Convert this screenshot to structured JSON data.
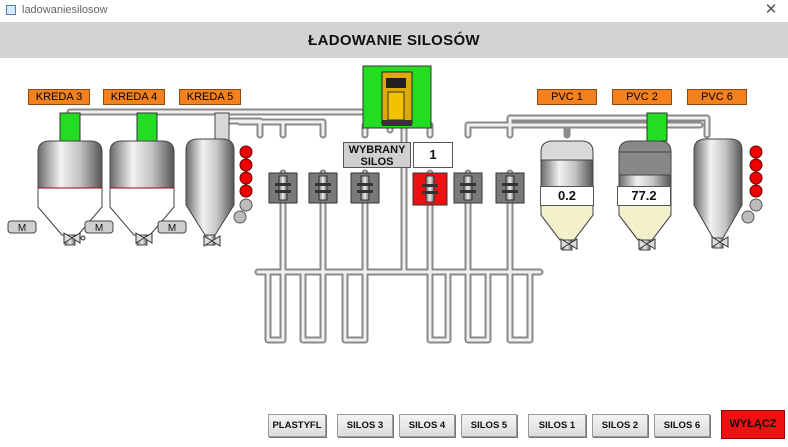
{
  "window": {
    "title": "ladowaniesilosow",
    "close_glyph": "✕"
  },
  "header": {
    "title": "ŁADOWANIE SILOSÓW"
  },
  "silo_tags": {
    "kreda3": "KREDA 3",
    "kreda4": "KREDA 4",
    "kreda5": "KREDA 5",
    "pvc1": "PVC 1",
    "pvc2": "PVC 2",
    "pvc6": "PVC 6"
  },
  "selected_silo": {
    "label_line1": "WYBRANY",
    "label_line2": "SILOS",
    "value": "1"
  },
  "levels": {
    "pvc1": "0.2",
    "pvc2": "77.2"
  },
  "motor_label": "M",
  "buttons": {
    "plastyfl": "PLASTYFL",
    "silos3": "SILOS 3",
    "silos4": "SILOS 4",
    "silos5": "SILOS 5",
    "silos1": "SILOS 1",
    "silos2": "SILOS 2",
    "silos6": "SILOS 6",
    "off": "WYŁĄCZ"
  },
  "colors": {
    "active_green": "#22dd22",
    "selected_valve_red": "#ee1111",
    "tag_orange": "#f5801e",
    "alarm_red": "#ee0000",
    "powder_fill": "#f3f0cc"
  }
}
